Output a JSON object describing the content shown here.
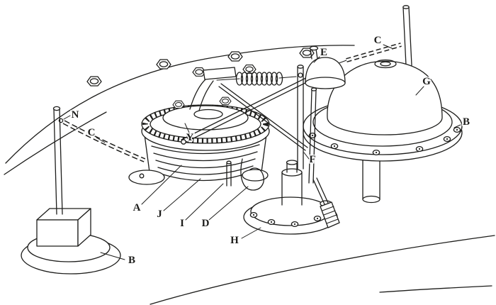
{
  "figure": {
    "colors": {
      "ink": "#1d1d1b",
      "paper": "#ffffff"
    },
    "labels": {
      "N": "N",
      "C_left": "C",
      "Y": "Y",
      "A": "A",
      "J": "J",
      "I": "I",
      "D": "D",
      "H": "H",
      "B_left": "B",
      "E": "E",
      "C_right": "C",
      "G": "G",
      "B_right": "B",
      "F": "F"
    }
  }
}
